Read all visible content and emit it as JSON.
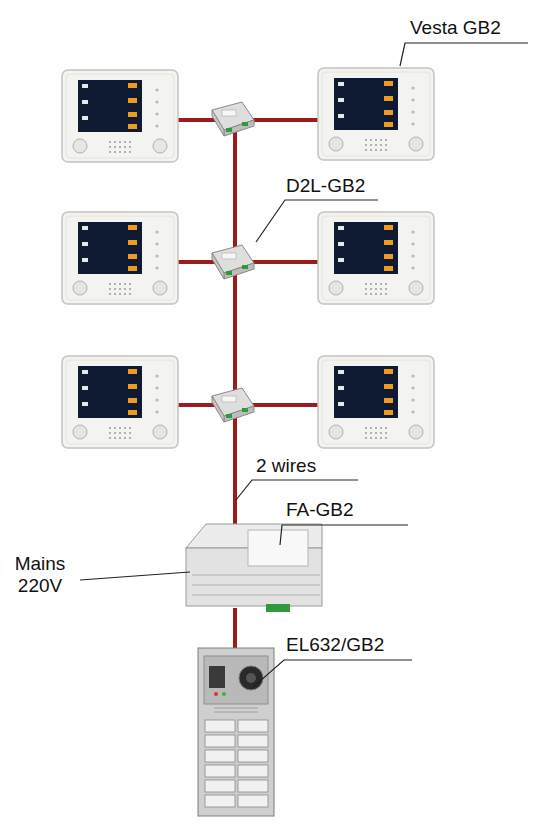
{
  "diagram": {
    "labels": [
      "Vesta GB2",
      "D2L-GB2",
      "2 wires",
      "FA-GB2",
      "Mains 220V",
      "EL632/GB2"
    ]
  }
}
